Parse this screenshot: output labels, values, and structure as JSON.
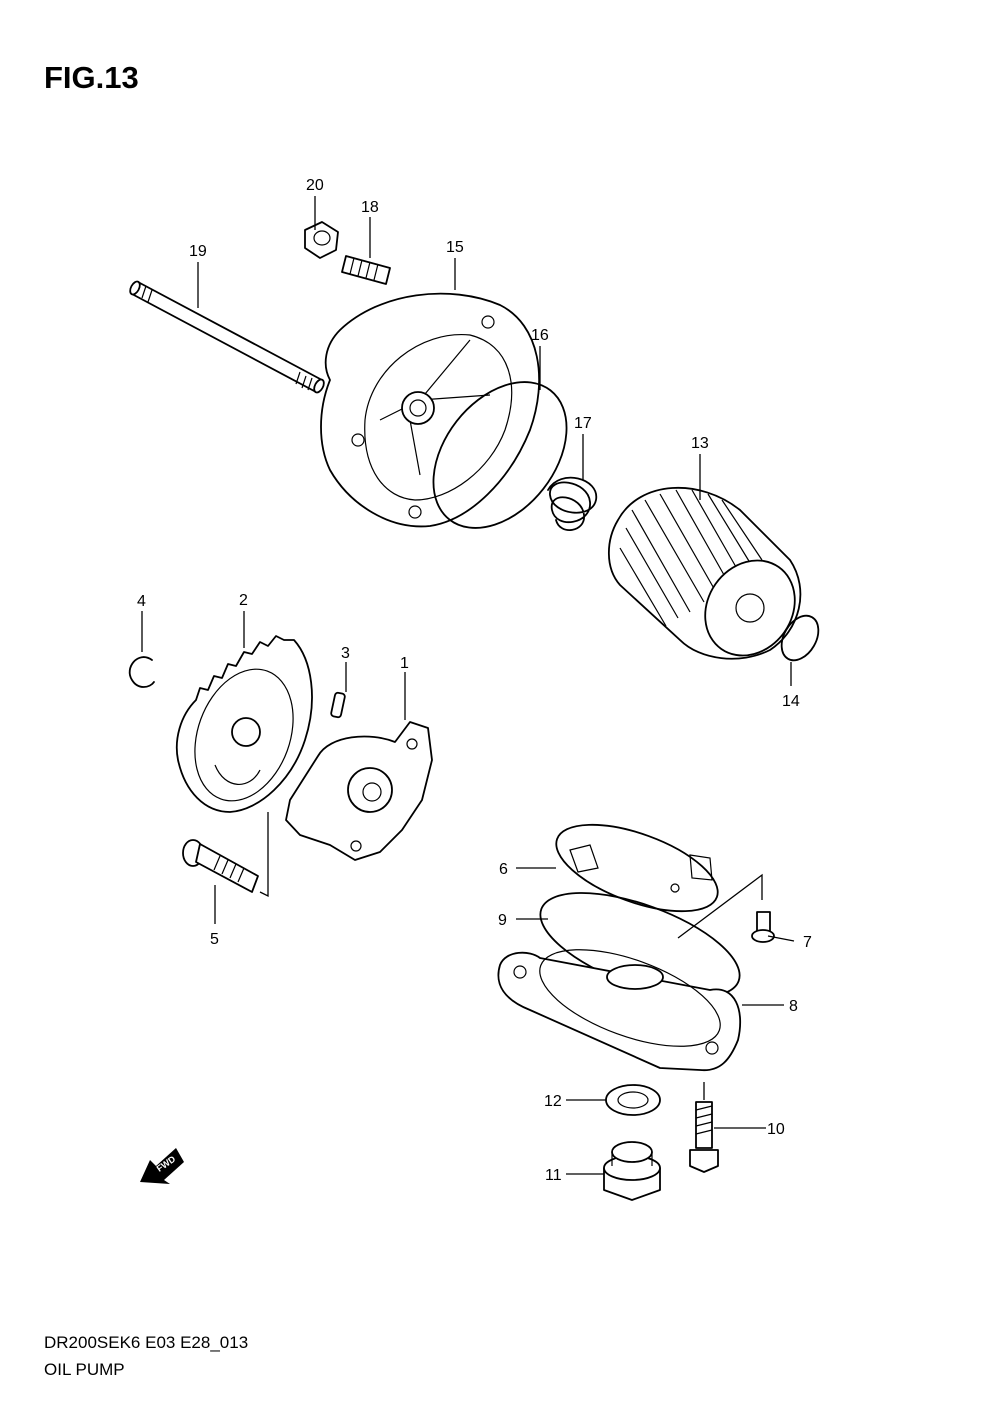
{
  "figure_title": "FIG.13",
  "footer": {
    "code": "DR200SEK6 E03 E28_013",
    "name": "OIL PUMP"
  },
  "fwd_label": "FWD",
  "callouts": [
    "1",
    "2",
    "3",
    "4",
    "5",
    "6",
    "7",
    "8",
    "9",
    "10",
    "11",
    "12",
    "13",
    "14",
    "15",
    "16",
    "17",
    "18",
    "19",
    "20"
  ]
}
